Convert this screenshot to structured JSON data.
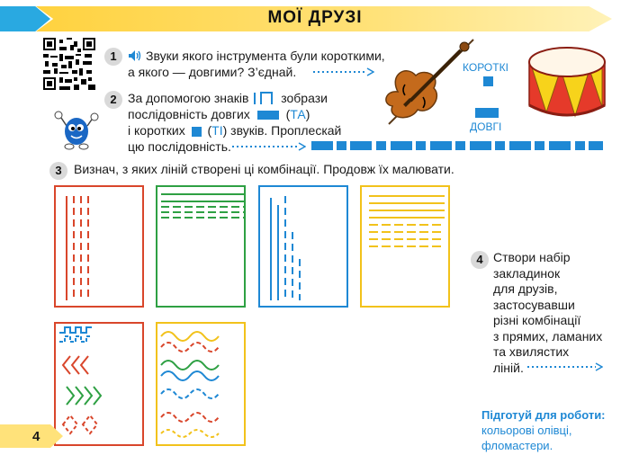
{
  "page": {
    "title": "МОЇ ДРУЗІ",
    "number": "4"
  },
  "tasks": [
    {
      "n": "1",
      "lines": [
        "Звуки якого інструмента були короткими,",
        "а якого — довгими? З’єднай."
      ]
    },
    {
      "n": "2",
      "line1": "За допомогою знаків",
      "line1b": "зобрази",
      "line2a": "послідовність довгих",
      "line2b": "(",
      "line2c": "ТА",
      "line2d": ")",
      "line3a": "і коротких",
      "line3b": "(",
      "line3c": "ТІ",
      "line3d": ") звуків. Проплескай",
      "line4": "цю послідовність."
    },
    {
      "n": "3",
      "text": "Визнач, з яких ліній створені ці комбінації. Продовж їх малювати."
    },
    {
      "n": "4",
      "lines": [
        "Створи набір",
        "закладинок",
        "для друзів,",
        "застосувавши",
        "різні комбінації",
        "з прямих, ламаних",
        "та хвилястих",
        "ліній."
      ]
    }
  ],
  "labels": {
    "short": "КОРОТКІ",
    "long": "ДОВГІ"
  },
  "prep": {
    "bold": "Підготуй для роботи:",
    "rest": " кольорові олівці, фломастери."
  },
  "colors": {
    "accent": "#1e88d4",
    "header": "#ffd23f",
    "red": "#d9462b",
    "green": "#2ea043",
    "blue": "#1e88d4",
    "yellow": "#f2c21b"
  },
  "icons": [
    "qr-code-icon",
    "speaker-icon",
    "violin-icon",
    "drum-icon",
    "character-icon"
  ],
  "sequence": [
    "long",
    "short",
    "long",
    "short",
    "long",
    "short",
    "long",
    "short",
    "long",
    "short"
  ]
}
